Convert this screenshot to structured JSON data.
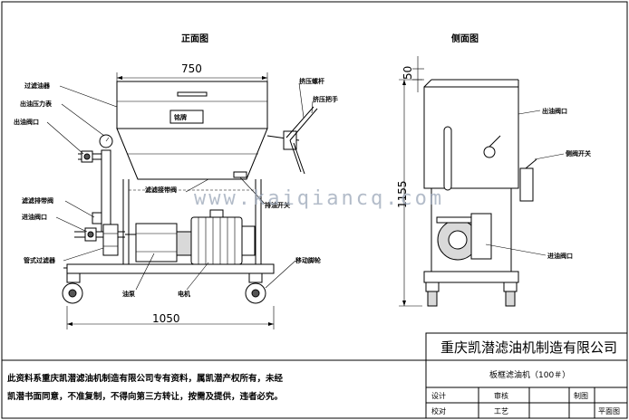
{
  "views": {
    "front_title": "正面图",
    "side_title": "侧面图"
  },
  "dimensions": {
    "width_top": "750",
    "length_bottom": "1050",
    "side_top": "50",
    "side_height": "1155"
  },
  "labels": {
    "filter_plate": "过滤油器",
    "outlet_gauge": "出油压力表",
    "outlet_valve": "出油阀口",
    "drain_valve": "滤滤排带阀",
    "inlet_valve": "进油阀口",
    "pipe_filter": "管式过滤器",
    "press_screw": "挤压螺杆",
    "press_handle": "挤压把手",
    "filter_tray": "滤滤接带阀",
    "drain_switch": "排油开关",
    "oil_pump": "油泵",
    "motor": "电机",
    "move_wheel": "移动脚轮",
    "nameplate": "铭牌",
    "side_outlet_valve": "出油阀口",
    "side_switch": "侧阀开关",
    "side_inlet_valve": "进油阀口"
  },
  "watermark": "www.kaiqiancq.com",
  "notice_line1": "此资料系重庆凯潜滤油机制造有限公司专有资料，属凯潜产权所有，未经",
  "notice_line2": "凯潜书面同意，不准复制，不得向第三方转让，按需及提供，违者必究。",
  "title_block": {
    "company": "重庆凯潜滤油机制造有限公司",
    "model": "板框滤油机（100＃）",
    "design_label": "设计",
    "check_label": "校对",
    "review_label": "审核",
    "process_label": "工艺",
    "draw_label": "制图",
    "drawing_type": "平面图"
  }
}
